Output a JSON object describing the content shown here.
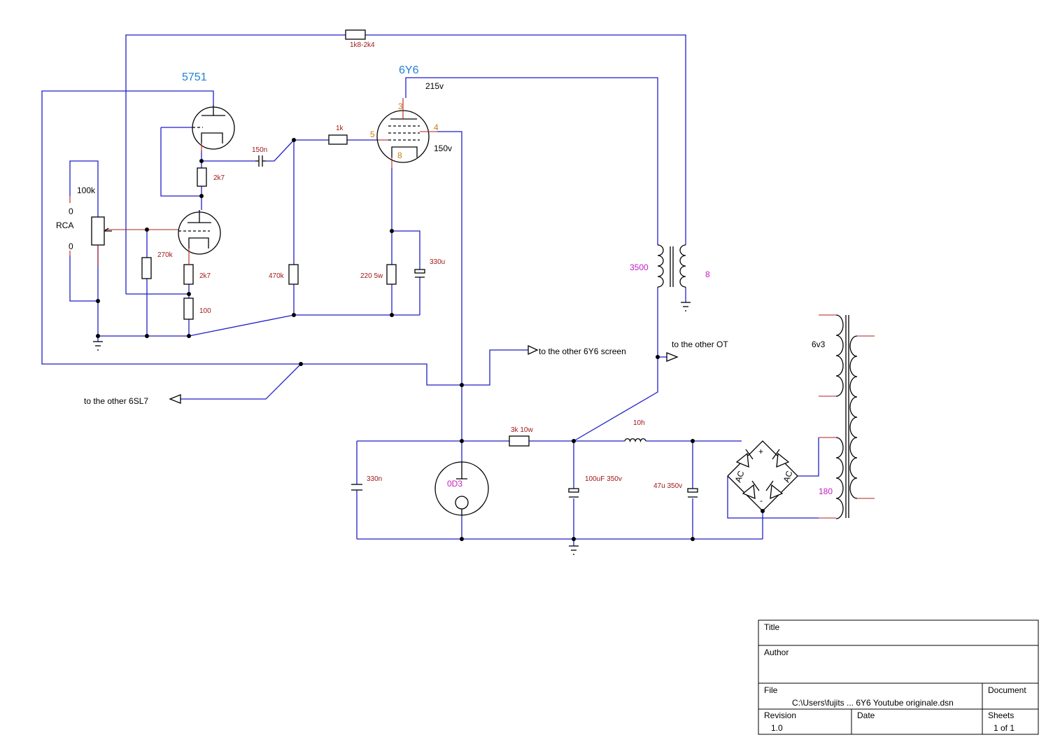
{
  "tubes": {
    "t1": "5751",
    "t2": "6Y6",
    "reg": "0D3"
  },
  "pins": {
    "p3": "3",
    "p4": "4",
    "p5": "5",
    "p8": "8"
  },
  "voltages": {
    "plate": "215v",
    "screen": "150v"
  },
  "components": {
    "r_fb": "1k8-2k4",
    "pot": "100k",
    "rca": "RCA",
    "rca0a": "0",
    "rca0b": "0",
    "r_270k": "270k",
    "r_2k7a": "2k7",
    "r_2k7b": "2k7",
    "r_100": "100",
    "c_150n": "150n",
    "r_1k": "1k",
    "r_470k": "470k",
    "r_220": "220 5w",
    "c_330u": "330u",
    "ot_pri": "3500",
    "ot_sec": "8",
    "c_330n": "330n",
    "r_3k": "3k 10w",
    "l_10h": "10h",
    "c_100u": "100uF 350v",
    "c_47u": "47u 350v",
    "pt_6v3": "6v3",
    "pt_180": "180",
    "d_plus": "+",
    "d_minus": "-",
    "d_ac1": "AC",
    "d_ac2": "AC"
  },
  "ports": {
    "screen": "to the other 6Y6 screen",
    "ot": "to the other OT",
    "sl7": "to the other 6SL7"
  },
  "title_block": {
    "title_label": "Title",
    "author_label": "Author",
    "file_label": "File",
    "file_value": "C:\\Users\\fujits ... 6Y6 Youtube originale.dsn",
    "document_label": "Document",
    "revision_label": "Revision",
    "revision_value": "1.0",
    "date_label": "Date",
    "sheets_label": "Sheets",
    "sheets_value": "1 of 1"
  }
}
